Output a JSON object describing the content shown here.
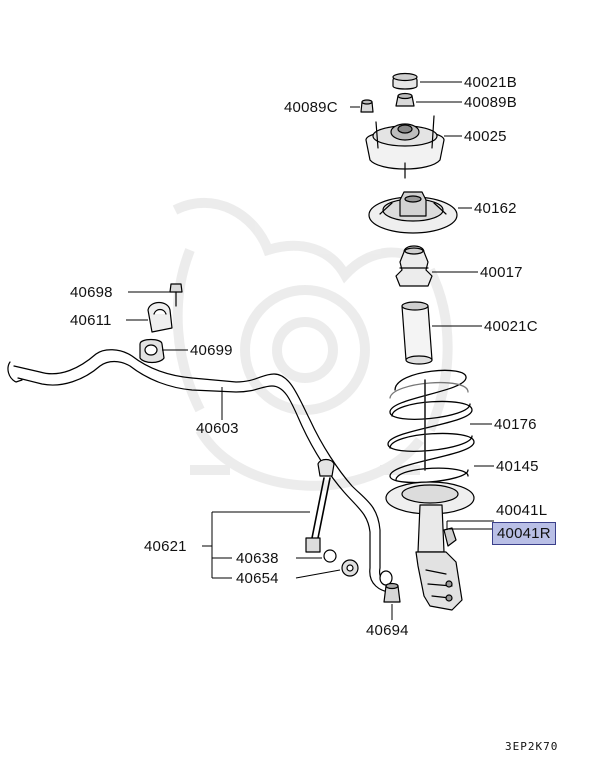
{
  "parts": {
    "p40021B": "40021B",
    "p40089B": "40089B",
    "p40089C": "40089C",
    "p40025": "40025",
    "p40162": "40162",
    "p40017": "40017",
    "p40021C": "40021C",
    "p40176": "40176",
    "p40145": "40145",
    "p40041L": "40041L",
    "p40041R": "40041R",
    "p40698": "40698",
    "p40611": "40611",
    "p40699": "40699",
    "p40603": "40603",
    "p40621": "40621",
    "p40638": "40638",
    "p40654": "40654",
    "p40694": "40694"
  },
  "diagram_code": "3EP2K70",
  "highlight_color": "#b9bfe6"
}
